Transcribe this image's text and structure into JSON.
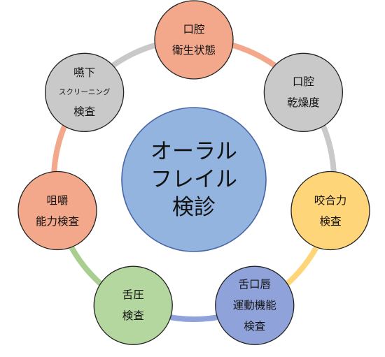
{
  "center": {
    "lines": [
      "オーラル",
      "フレイル",
      "検診"
    ],
    "color": "#92B4DE"
  },
  "nodes": [
    {
      "lines": [
        "口腔",
        "衛生状態"
      ],
      "color": "#F3A88B",
      "arc_color": "#F3A88B"
    },
    {
      "lines": [
        "口腔",
        "乾燥度"
      ],
      "color": "#C9C9C9",
      "arc_color": "#C9C9C9"
    },
    {
      "lines": [
        "咬合力",
        "検査"
      ],
      "color": "#FFD57A",
      "arc_color": "#FFD57A"
    },
    {
      "lines": [
        "舌口唇",
        "運動機能",
        "検査"
      ],
      "color": "#8FA3DA",
      "arc_color": "#8FA3DA"
    },
    {
      "lines": [
        "舌圧",
        "検査"
      ],
      "color": "#B3D79E",
      "arc_color": "#A8CF90"
    },
    {
      "lines": [
        "咀嚼",
        "能力検査"
      ],
      "color": "#F3A88B",
      "arc_color": "#F3A88B"
    },
    {
      "lines": [
        "嚥下",
        "スクリーニング",
        "検査"
      ],
      "color": "#C9C9C9",
      "arc_color": "#C9C9C9"
    }
  ]
}
